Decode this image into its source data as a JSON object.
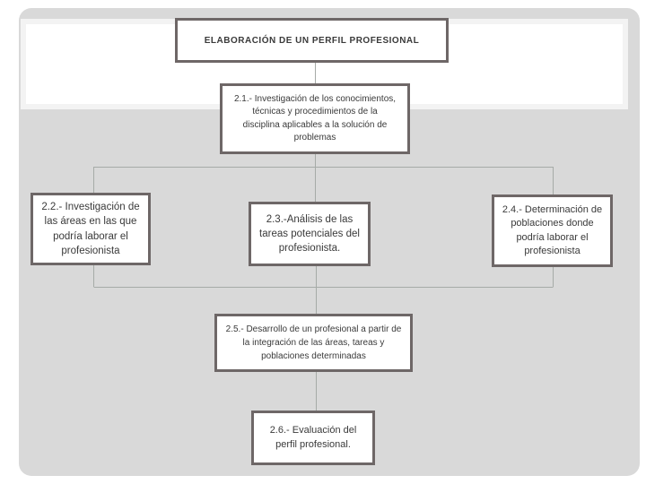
{
  "colors": {
    "page_bg": "#ffffff",
    "slide_bg": "#d9d9d9",
    "band_bg": "#ffffff",
    "band_edge": "#f3f3f3",
    "box_border": "#6e6767",
    "box_fill": "#ffffff",
    "text": "#3a3a3a",
    "connector": "#a6aba7"
  },
  "diagram": {
    "title": "ELABORACIÓN DE UN PERFIL PROFESIONAL",
    "nodes": [
      {
        "id": "2.1",
        "text": "2.1.- Investigación de los conocimientos,\ntécnicas y procedimientos de la\ndisciplina aplicables a la solución de\nproblemas"
      },
      {
        "id": "2.2",
        "text": "2.2.- Investigación de\nlas áreas en las que\npodría laborar el\nprofesionista"
      },
      {
        "id": "2.3",
        "text": "2.3.-Análisis de las\ntareas potenciales del\nprofesionista."
      },
      {
        "id": "2.4",
        "text": "2.4.- Determinación de\npoblaciones donde\npodría laborar el\nprofesionista"
      },
      {
        "id": "2.5",
        "text": "2.5.- Desarrollo de un profesional a partir de\nla integración de las áreas, tareas y\npoblaciones determinadas"
      },
      {
        "id": "2.6",
        "text": "2.6.- Evaluación del\nperfil profesional."
      }
    ]
  }
}
